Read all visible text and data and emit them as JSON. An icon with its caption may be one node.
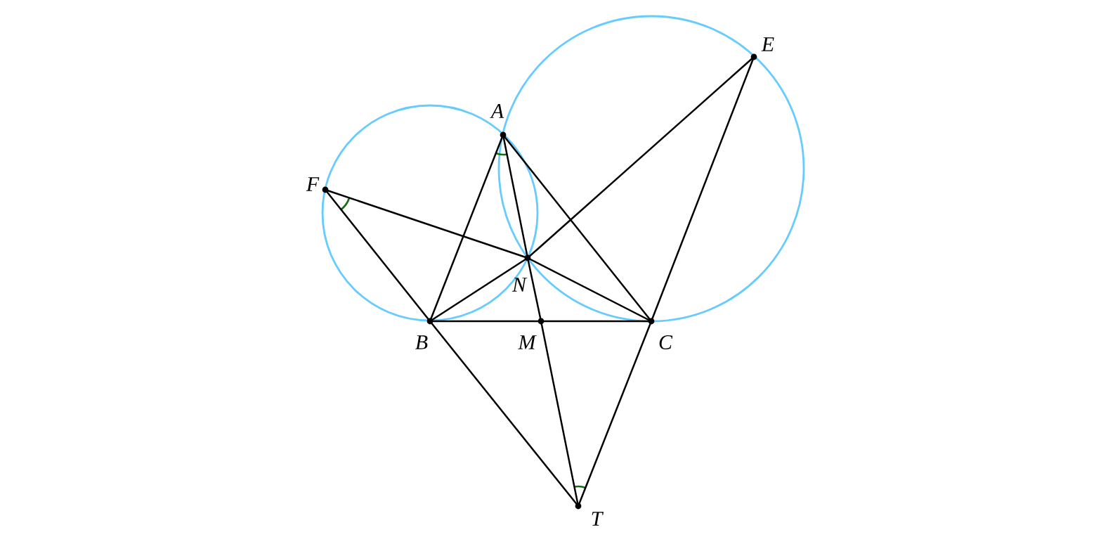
{
  "diagram": {
    "nodes": [
      {
        "text": [
          "A"
        ]
      },
      {
        "text": [
          "F"
        ]
      },
      {
        "text": [
          "N"
        ]
      },
      {
        "text": [
          "B"
        ]
      },
      {
        "text": [
          "M"
        ]
      },
      {
        "text": [
          "C"
        ]
      },
      {
        "text": [
          "E"
        ]
      },
      {
        "text": [
          "T"
        ]
      }
    ],
    "edges": [
      {
        "from": 0,
        "to": 3,
        "arrow": "none"
      },
      {
        "from": 0,
        "to": 5,
        "arrow": "none"
      },
      {
        "from": 3,
        "to": 4,
        "arrow": "none"
      },
      {
        "from": 4,
        "to": 5,
        "arrow": "none"
      },
      {
        "from": 0,
        "to": 2,
        "arrow": "none"
      },
      {
        "from": 2,
        "to": 4,
        "arrow": "none"
      },
      {
        "from": 4,
        "to": 7,
        "arrow": "none"
      },
      {
        "from": 1,
        "to": 3,
        "arrow": "none"
      },
      {
        "from": 3,
        "to": 7,
        "arrow": "none"
      },
      {
        "from": 6,
        "to": 5,
        "arrow": "none"
      },
      {
        "from": 5,
        "to": 7,
        "arrow": "none"
      },
      {
        "from": 1,
        "to": 2,
        "arrow": "none"
      },
      {
        "from": 2,
        "to": 5,
        "arrow": "none"
      },
      {
        "from": 6,
        "to": 2,
        "arrow": "none"
      },
      {
        "from": 2,
        "to": 3,
        "arrow": "none"
      }
    ]
  }
}
